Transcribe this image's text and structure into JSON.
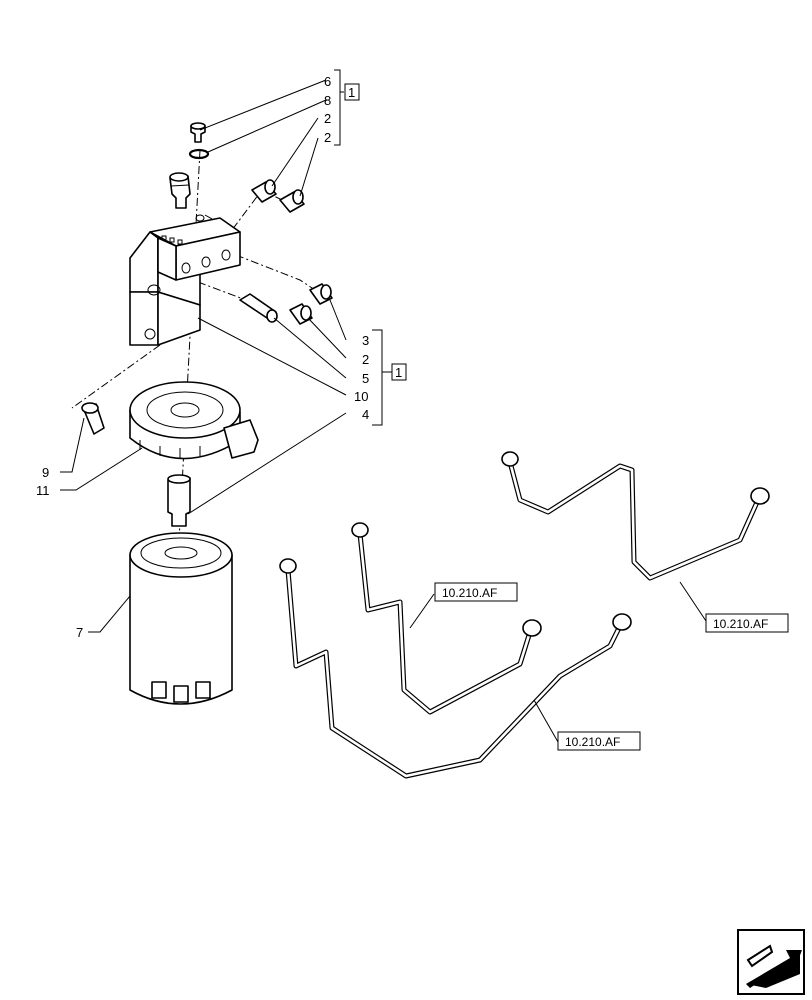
{
  "callouts": {
    "c6": "6",
    "c8": "8",
    "c2a": "2",
    "c2b": "2",
    "c3": "3",
    "c2c": "2",
    "c5": "5",
    "c10": "10",
    "c4": "4",
    "c9": "9",
    "c11": "11",
    "c7": "7"
  },
  "group_refs": {
    "upper": "1",
    "lower": "1"
  },
  "cross_refs": {
    "ref_a": "10.210.AF",
    "ref_b": "10.210.AF",
    "ref_c": "10.210.AF"
  },
  "icons": {
    "nav": "next-page-arrow-icon"
  }
}
